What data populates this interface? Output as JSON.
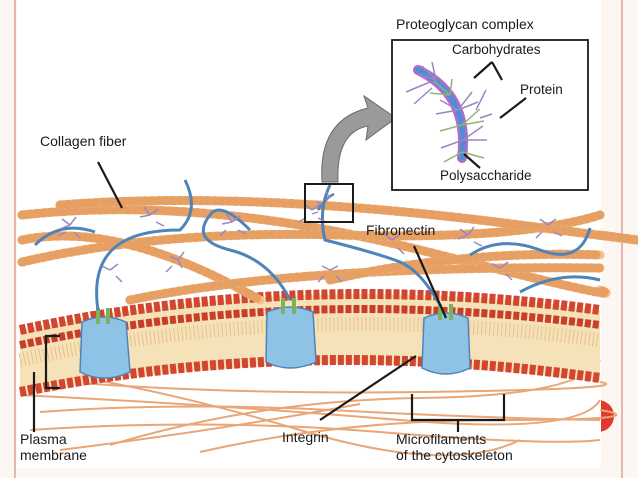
{
  "labels": {
    "inset_title": "Proteoglycan complex",
    "carbohydrates": "Carbohydrates",
    "protein": "Protein",
    "polysaccharide": "Polysaccharide",
    "collagen_fiber": "Collagen fiber",
    "fibronectin": "Fibronectin",
    "plasma_membrane_line1": "Plasma",
    "plasma_membrane_line2": "membrane",
    "integrin": "Integrin",
    "microfilaments_line1": "Microfilaments",
    "microfilaments_line2": "of the cytoskeleton"
  },
  "colors": {
    "collagen": "#f6c08a",
    "collagen_edge": "#e6a063",
    "fibronectin": "#4e84b8",
    "carbohydrate": "#9a86c4",
    "protein_core": "#4d8fd1",
    "polysaccharide": "#b06ad1",
    "branch_green": "#8fb37a",
    "lipid_head": "#d2462f",
    "lipid_tail": "#f0d8a8",
    "integrin": "#8fc3e6",
    "microfilament": "#e9a676",
    "accent": "#e03a2f"
  }
}
